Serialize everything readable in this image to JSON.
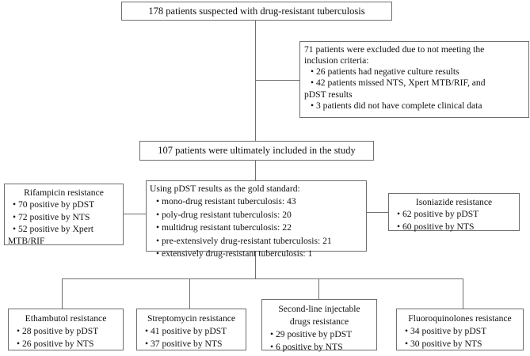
{
  "diagram": {
    "type": "study-flowchart",
    "line_color": "#6f6f6f",
    "box_fill": "#ffffff",
    "text_color": "#111111"
  },
  "top": {
    "text": "178 patients suspected with drug-resistant tuberculosis"
  },
  "excluded": {
    "head1": "71 patients were excluded due to not meeting the",
    "head2": "inclusion criteria:",
    "b1": "• 26 patients had negative culture results",
    "b2": "• 42 patients missed NTS, Xpert MTB/RIF, and",
    "b2b": "pDST results",
    "b3": "• 3 patients did not have complete clinical data"
  },
  "included": {
    "text": "107 patients were ultimately included in the study"
  },
  "pdst": {
    "head": "Using pDST results as the gold standard:",
    "b1": "• mono-drug resistant tuberculosis: 43",
    "b2": "• poly-drug resistant tuberculosis: 20",
    "b3": "• multidrug resistant tuberculosis: 22",
    "b4": "• pre-extensively drug-resistant tuberculosis: 21",
    "b5": "• extensively drug-resistant tuberculosis: 1"
  },
  "rifampicin": {
    "title": "Rifampicin resistance",
    "b1": "• 70 positive by pDST",
    "b2": "• 72 positive by NTS",
    "b3": "• 52 positive by Xpert",
    "b3b": "MTB/RIF"
  },
  "isoniazide": {
    "title": "Isoniazide resistance",
    "b1": "• 62 positive by pDST",
    "b2": "• 60 positive by NTS"
  },
  "ethambutol": {
    "title": "Ethambutol resistance",
    "b1": "• 28 positive by pDST",
    "b2": "• 26 positive by NTS"
  },
  "streptomycin": {
    "title": "Streptomycin resistance",
    "b1": "• 41 positive by pDST",
    "b2": "• 37 positive by NTS"
  },
  "second_line": {
    "title1": "Second-line injectable",
    "title2": "drugs resistance",
    "b1": "• 29 positive by pDST",
    "b2": "• 6 positive by NTS"
  },
  "fluoroquinolones": {
    "title": "Fluoroquinolones resistance",
    "b1": "• 34 positive by pDST",
    "b2": "• 30 positive by NTS"
  }
}
